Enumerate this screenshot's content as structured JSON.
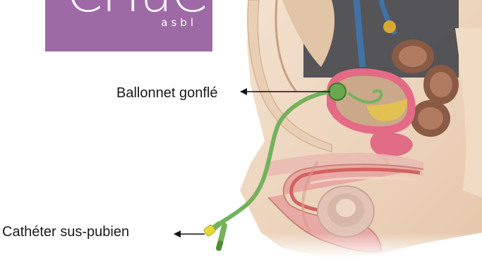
{
  "logo": {
    "text": "CHuC",
    "subtitle": "asbl",
    "color": "#9d6aa6"
  },
  "labels": {
    "balloon": "Ballonnet gonflé",
    "catheter": "Cathéter sus-pubien"
  },
  "colors": {
    "catheter_tube": "#74b25c",
    "catheter_connector": "#e4d83a",
    "bladder": "#e46a86",
    "arrow": "#111111"
  }
}
